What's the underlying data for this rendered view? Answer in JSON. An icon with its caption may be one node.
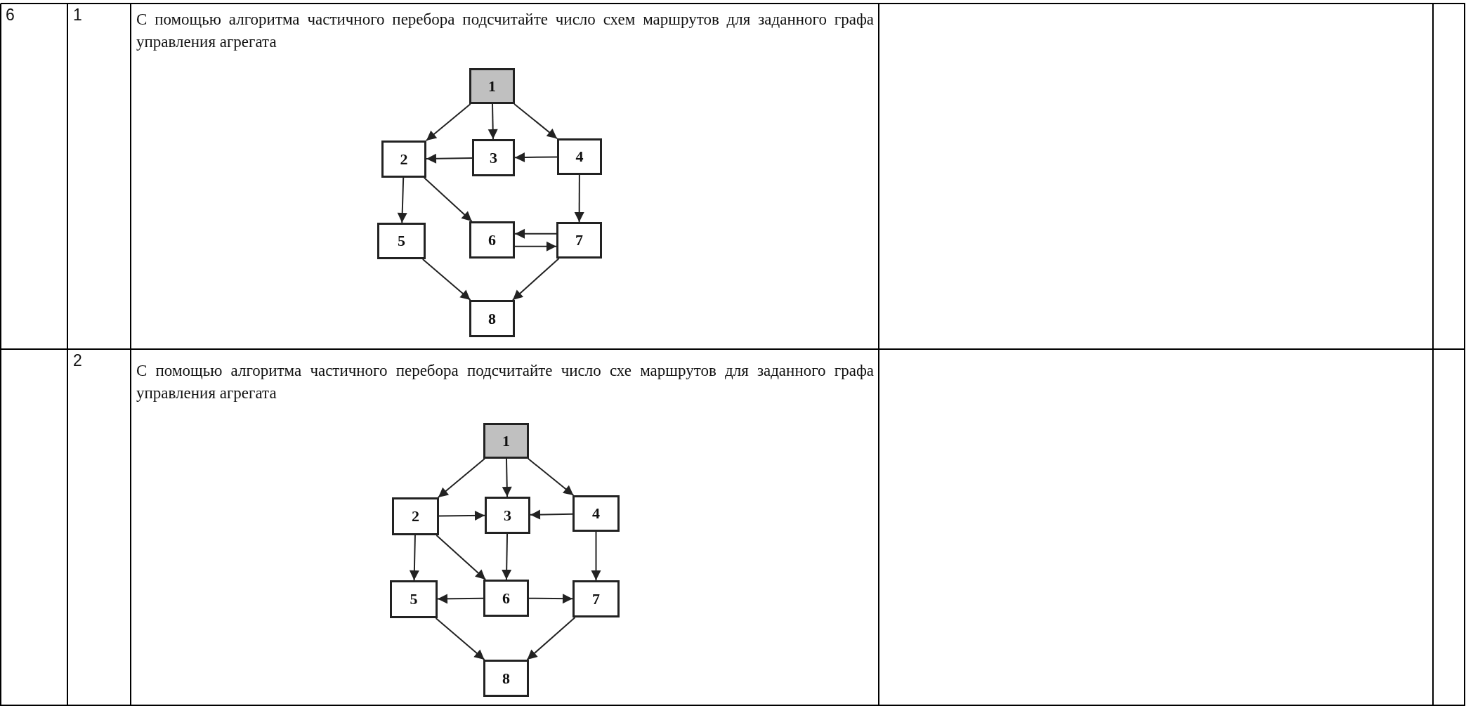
{
  "diagram": {
    "nodes": [
      {
        "text": [
          "1"
        ]
      },
      {
        "text": [
          "2"
        ]
      },
      {
        "text": [
          "3"
        ]
      },
      {
        "text": [
          "4"
        ]
      },
      {
        "text": [
          "5"
        ]
      },
      {
        "text": [
          "6"
        ]
      },
      {
        "text": [
          "7"
        ]
      },
      {
        "text": [
          "8"
        ]
      },
      {
        "text": [
          "1"
        ]
      },
      {
        "text": [
          "2"
        ]
      },
      {
        "text": [
          "3"
        ]
      },
      {
        "text": [
          "4"
        ]
      },
      {
        "text": [
          "5"
        ]
      },
      {
        "text": [
          "6"
        ]
      },
      {
        "text": [
          "7"
        ]
      },
      {
        "text": [
          "8"
        ]
      }
    ],
    "edges": [
      {
        "from": 0,
        "to": 1,
        "arrow": "to"
      },
      {
        "from": 0,
        "to": 2,
        "arrow": "to"
      },
      {
        "from": 0,
        "to": 3,
        "arrow": "to"
      },
      {
        "from": 2,
        "to": 1,
        "arrow": "to"
      },
      {
        "from": 3,
        "to": 2,
        "arrow": "to"
      },
      {
        "from": 1,
        "to": 4,
        "arrow": "to"
      },
      {
        "from": 1,
        "to": 5,
        "arrow": "to"
      },
      {
        "from": 3,
        "to": 6,
        "arrow": "to"
      },
      {
        "from": 5,
        "to": 6,
        "arrow": "to"
      },
      {
        "from": 6,
        "to": 5,
        "arrow": "to"
      },
      {
        "from": 4,
        "to": 7,
        "arrow": "to"
      },
      {
        "from": 6,
        "to": 7,
        "arrow": "to"
      },
      {
        "from": 8,
        "to": 9,
        "arrow": "to"
      },
      {
        "from": 8,
        "to": 10,
        "arrow": "to"
      },
      {
        "from": 8,
        "to": 11,
        "arrow": "to"
      },
      {
        "from": 9,
        "to": 10,
        "arrow": "to"
      },
      {
        "from": 11,
        "to": 10,
        "arrow": "to"
      },
      {
        "from": 9,
        "to": 12,
        "arrow": "to"
      },
      {
        "from": 9,
        "to": 13,
        "arrow": "to"
      },
      {
        "from": 10,
        "to": 13,
        "arrow": "to"
      },
      {
        "from": 11,
        "to": 14,
        "arrow": "to"
      },
      {
        "from": 13,
        "to": 12,
        "arrow": "to"
      },
      {
        "from": 13,
        "to": 14,
        "arrow": "to"
      },
      {
        "from": 12,
        "to": 15,
        "arrow": "to"
      },
      {
        "from": 14,
        "to": 15,
        "arrow": "to"
      }
    ],
    "labels": [
      "6",
      "1",
      "С помощью алгоритма частичного перебора подсчитайте число схем маршрутов для заданного графа управления агрегата",
      "2",
      "С помощью алгоритма частичного перебора подсчитайте число схе маршрутов для заданного графа управления агрегата"
    ]
  }
}
